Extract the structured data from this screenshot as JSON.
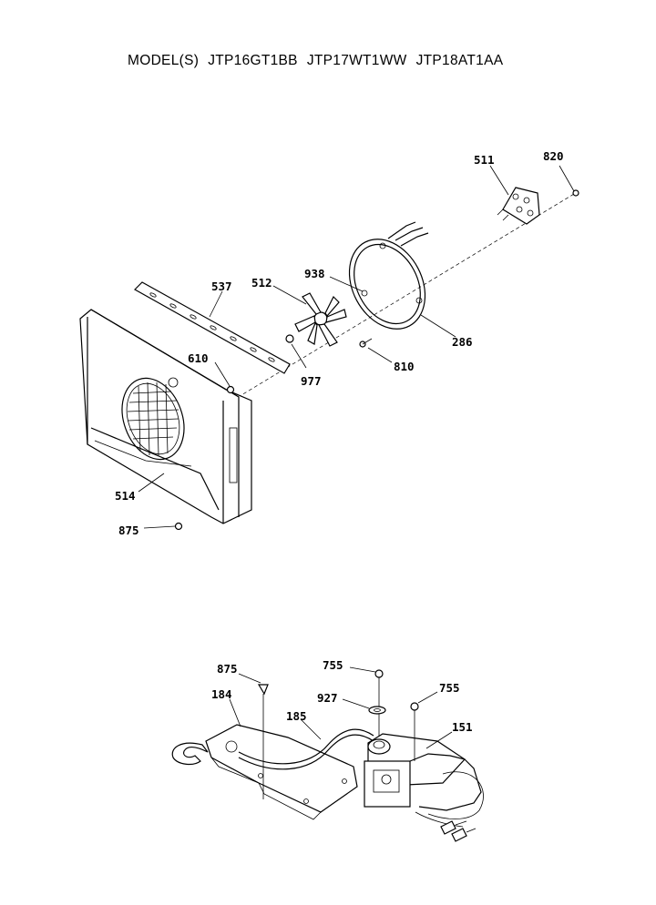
{
  "title": {
    "prefix": "MODEL(S)",
    "models": [
      "JTP16GT1BB",
      "JTP17WT1WW",
      "JTP18AT1AA"
    ]
  },
  "upper_callouts": [
    "511",
    "820",
    "537",
    "512",
    "938",
    "610",
    "286",
    "977",
    "810",
    "514",
    "875"
  ],
  "lower_callouts": [
    "875",
    "755",
    "927",
    "755",
    "184",
    "185",
    "151"
  ]
}
